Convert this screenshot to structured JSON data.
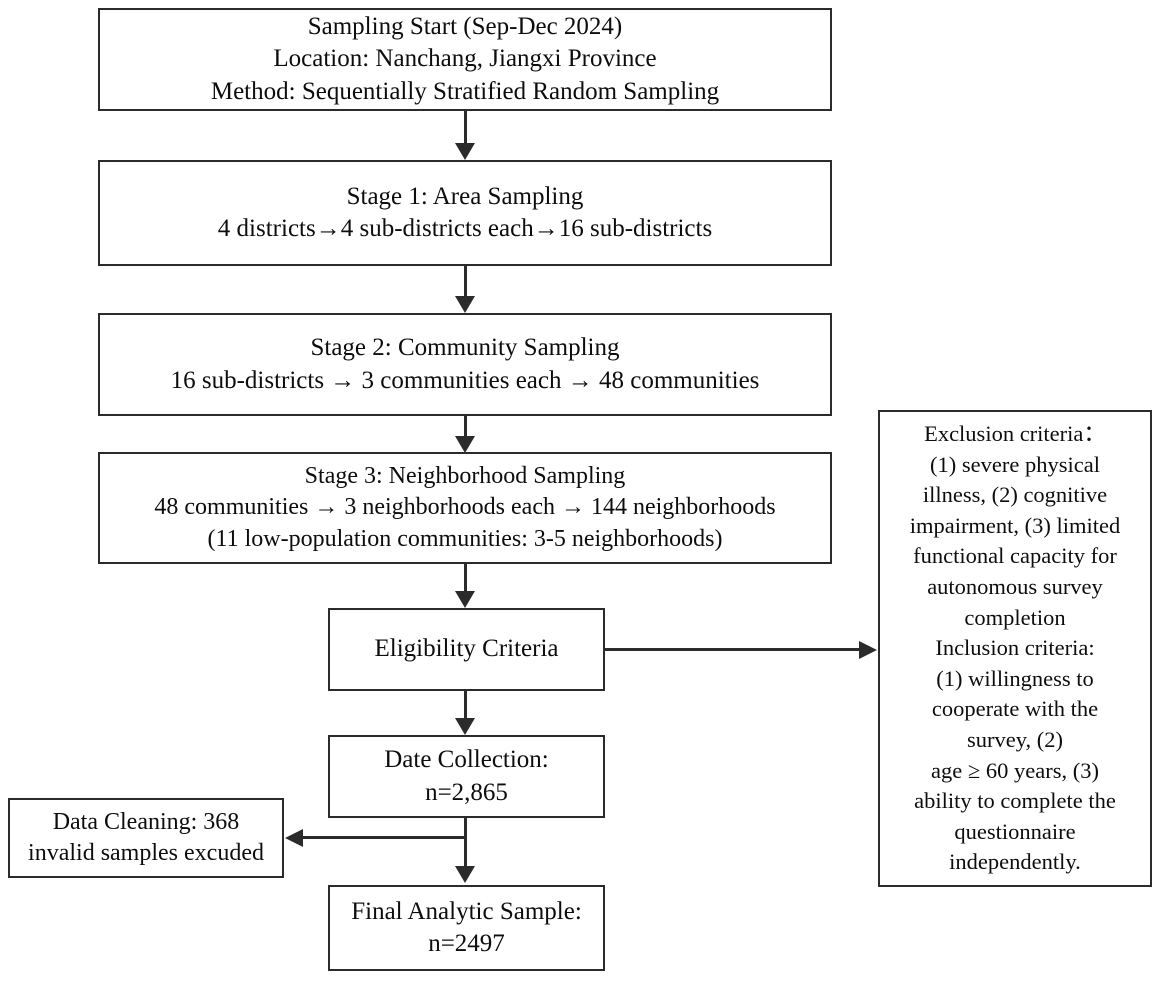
{
  "diagram": {
    "title": "Sequentially stratified random sampling flowchart",
    "colors": {
      "stroke": "#2b2b2b",
      "text": "#0d0d0d",
      "background": "#ffffff"
    },
    "nodes": {
      "sampling_start": {
        "line1": "Sampling Start (Sep-Dec 2024)",
        "line2": "Location: Nanchang, Jiangxi Province",
        "line3": "Method: Sequentially Stratified Random Sampling"
      },
      "stage_1": {
        "line1": "Stage 1: Area Sampling",
        "line2": "4 districts→4 sub-districts each→16 sub-districts"
      },
      "stage_2": {
        "line1": "Stage 2: Community Sampling",
        "line2": "16 sub-districts → 3 communities each → 48 communities"
      },
      "stage_3": {
        "line1": "Stage 3: Neighborhood Sampling",
        "line2": "48 communities → 3 neighborhoods each → 144 neighborhoods",
        "line3": "(11 low-population communities: 3-5 neighborhoods)"
      },
      "eligibility": {
        "line1": "Eligibility Criteria"
      },
      "date_collection": {
        "line1": "Date Collection:",
        "line2": "n=2,865"
      },
      "data_cleaning": {
        "line1": "Data Cleaning: 368",
        "line2": "invalid samples excuded"
      },
      "final_sample": {
        "line1": "Final Analytic Sample:",
        "line2": "n=2497"
      },
      "criteria": {
        "line1": "Exclusion criteria：",
        "line2": "(1) severe physical",
        "line3": "illness, (2) cognitive",
        "line4": "impairment, (3) limited",
        "line5": "functional capacity for",
        "line6": "autonomous survey",
        "line7": "completion",
        "line8": "Inclusion criteria:",
        "line9": "(1) willingness to",
        "line10": "cooperate with the",
        "line11": "survey, (2)",
        "line12": "age ≥ 60 years, (3)",
        "line13": "ability to complete the",
        "line14": "questionnaire",
        "line15": "independently."
      }
    }
  }
}
